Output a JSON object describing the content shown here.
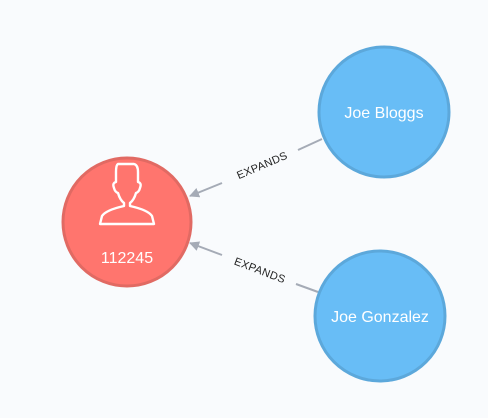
{
  "graph": {
    "nodes": [
      {
        "id": "n0",
        "label": "112245",
        "icon": "person-icon",
        "fill": "#ff756e",
        "stroke": "#e16a63"
      },
      {
        "id": "n1",
        "label": "Joe Bloggs",
        "fill": "#68bdf6",
        "stroke": "#5ca8db"
      },
      {
        "id": "n2",
        "label": "Joe Gonzalez",
        "fill": "#68bdf6",
        "stroke": "#5ca8db"
      }
    ],
    "relationships": [
      {
        "from": "n1",
        "to": "n0",
        "label": "EXPANDS"
      },
      {
        "from": "n2",
        "to": "n0",
        "label": "EXPANDS"
      }
    ],
    "colors": {
      "background": "#f9fbfd",
      "edge": "#a5abb6"
    }
  }
}
